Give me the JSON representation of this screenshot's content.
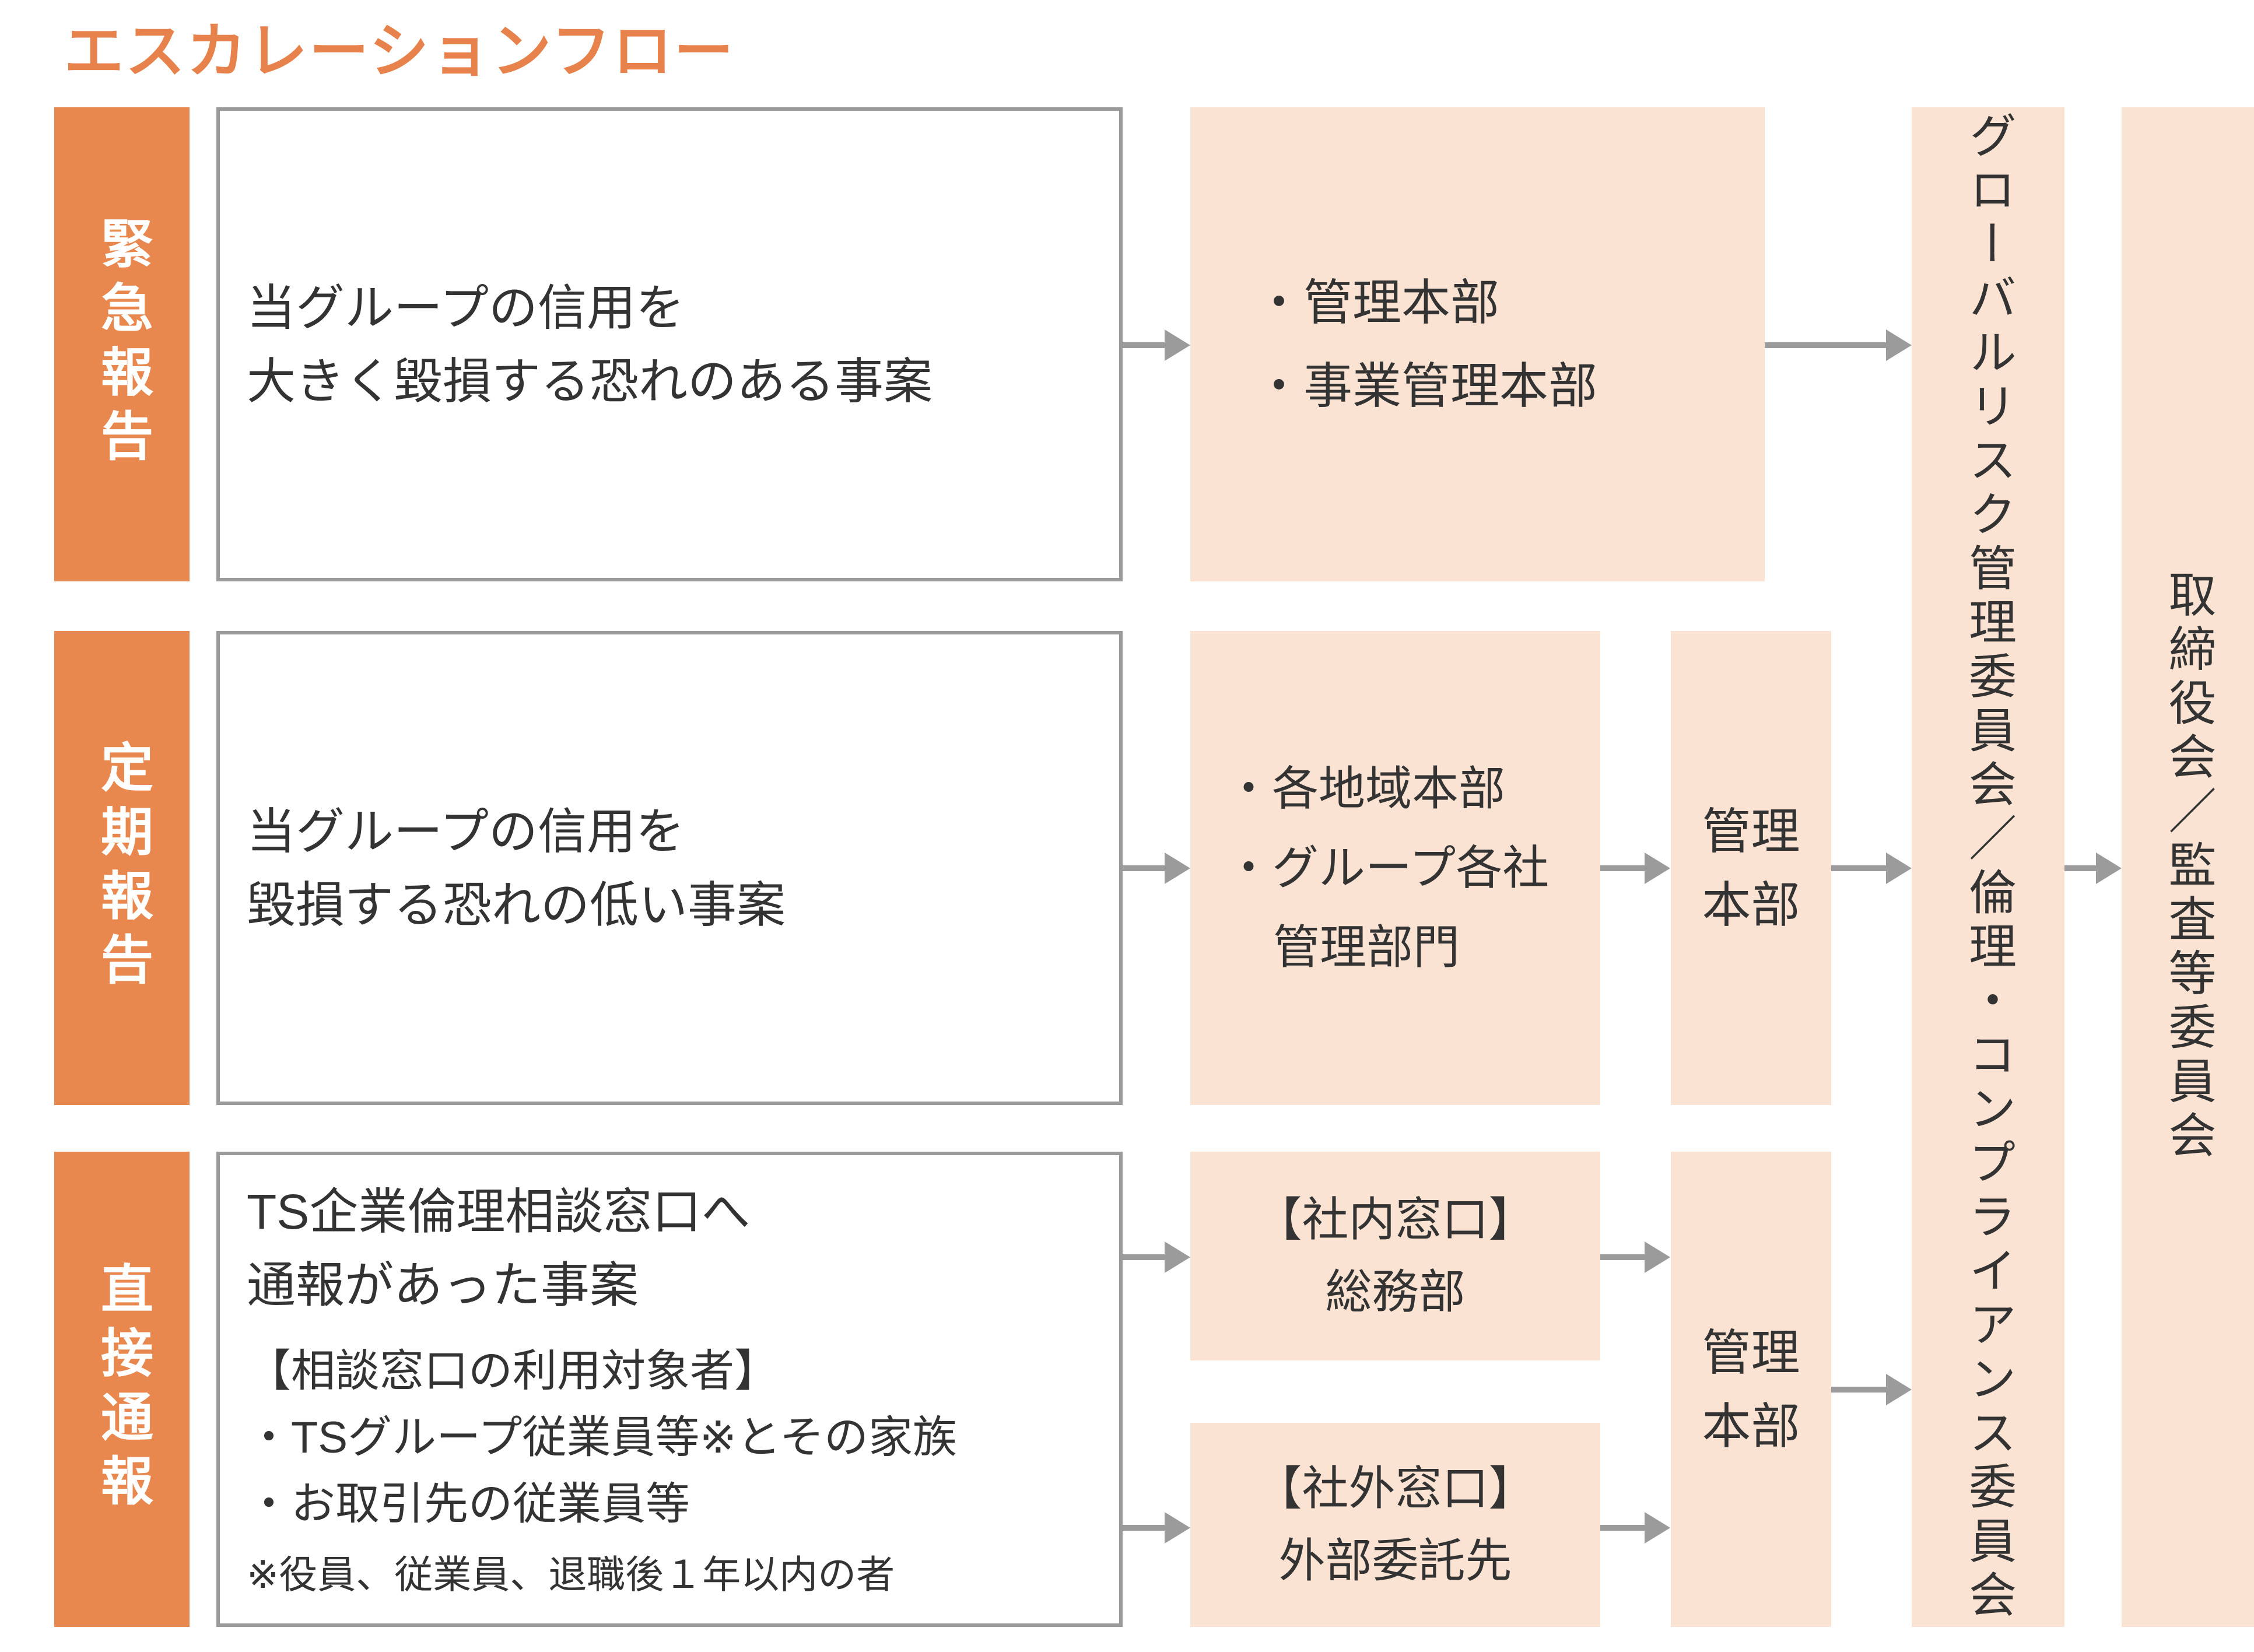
{
  "title": "エスカレーションフロー",
  "colors": {
    "accent": "#E8824C",
    "label_bg": "#E8884F",
    "box_bg": "#FAE3D2",
    "box_border": "#9A9A9A",
    "arrow": "#9B9B9B",
    "text": "#333333"
  },
  "rows": [
    {
      "label": "緊急報告",
      "case_lines": [
        "当グループの信用を",
        "大きく毀損する恐れのある事案"
      ],
      "dest_lines": [
        "・管理本部",
        "・事業管理本部"
      ]
    },
    {
      "label": "定期報告",
      "case_lines": [
        "当グループの信用を",
        "毀損する恐れの低い事案"
      ],
      "dest_lines": [
        "・各地域本部",
        "・グループ各社",
        "管理部門"
      ],
      "via": [
        "管理",
        "本部"
      ]
    },
    {
      "label": "直接通報",
      "case_lines": [
        "TS企業倫理相談窓口へ",
        "通報があった事案"
      ],
      "audience_heading": "【相談窓口の利用対象者】",
      "audience_items": [
        "・TSグループ従業員等※とその家族",
        "・お取引先の従業員等"
      ],
      "note": "※役員、従業員、退職後１年以内の者",
      "internal_window": [
        "【社内窓口】",
        "総務部"
      ],
      "external_window": [
        "【社外窓口】",
        "外部委託先"
      ],
      "via": [
        "管理",
        "本部"
      ]
    }
  ],
  "committee": "グローバルリスク管理委員会／倫理・コンプライアンス委員会",
  "board": "取締役会／監査等委員会"
}
